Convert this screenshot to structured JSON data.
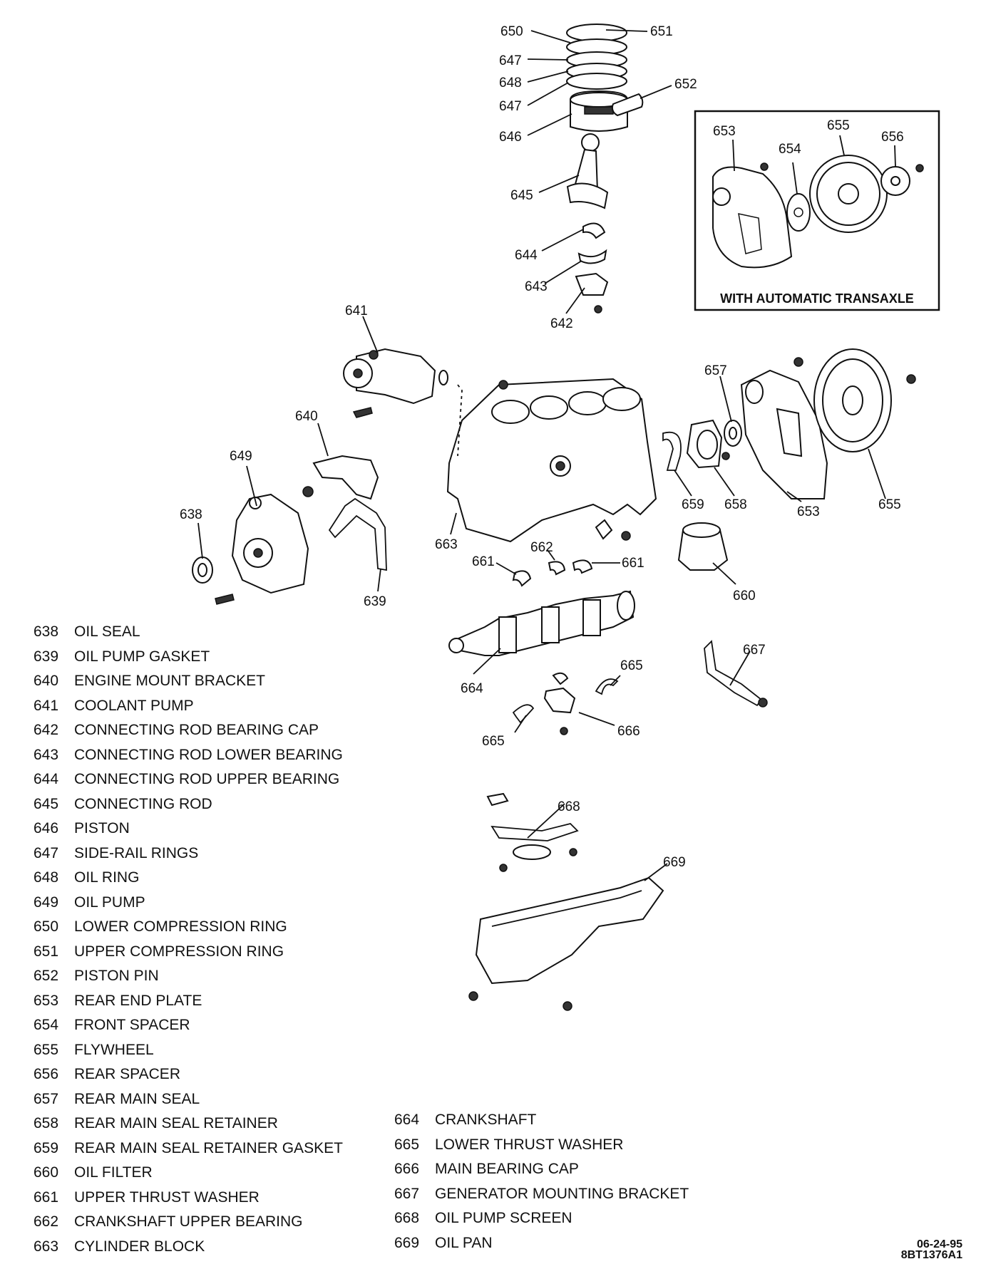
{
  "parts": [
    {
      "num": "638",
      "name": "OIL SEAL"
    },
    {
      "num": "639",
      "name": "OIL PUMP GASKET"
    },
    {
      "num": "640",
      "name": "ENGINE MOUNT BRACKET"
    },
    {
      "num": "641",
      "name": "COOLANT PUMP"
    },
    {
      "num": "642",
      "name": "CONNECTING ROD BEARING CAP"
    },
    {
      "num": "643",
      "name": "CONNECTING ROD LOWER BEARING"
    },
    {
      "num": "644",
      "name": "CONNECTING ROD UPPER BEARING"
    },
    {
      "num": "645",
      "name": "CONNECTING ROD"
    },
    {
      "num": "646",
      "name": "PISTON"
    },
    {
      "num": "647",
      "name": "SIDE-RAIL RINGS"
    },
    {
      "num": "648",
      "name": "OIL RING"
    },
    {
      "num": "649",
      "name": "OIL PUMP"
    },
    {
      "num": "650",
      "name": "LOWER COMPRESSION RING"
    },
    {
      "num": "651",
      "name": "UPPER COMPRESSION RING"
    },
    {
      "num": "652",
      "name": "PISTON PIN"
    },
    {
      "num": "653",
      "name": "REAR END PLATE"
    },
    {
      "num": "654",
      "name": "FRONT SPACER"
    },
    {
      "num": "655",
      "name": "FLYWHEEL"
    },
    {
      "num": "656",
      "name": "REAR SPACER"
    },
    {
      "num": "657",
      "name": "REAR MAIN SEAL"
    },
    {
      "num": "658",
      "name": "REAR MAIN SEAL RETAINER"
    },
    {
      "num": "659",
      "name": "REAR MAIN SEAL RETAINER GASKET"
    },
    {
      "num": "660",
      "name": "OIL FILTER"
    },
    {
      "num": "661",
      "name": "UPPER THRUST WASHER"
    },
    {
      "num": "662",
      "name": "CRANKSHAFT UPPER BEARING"
    },
    {
      "num": "663",
      "name": "CYLINDER BLOCK"
    },
    {
      "num": "664",
      "name": "CRANKSHAFT"
    },
    {
      "num": "665",
      "name": "LOWER THRUST WASHER"
    },
    {
      "num": "666",
      "name": "MAIN BEARING CAP"
    },
    {
      "num": "667",
      "name": "GENERATOR MOUNTING BRACKET"
    },
    {
      "num": "668",
      "name": "OIL PUMP SCREEN"
    },
    {
      "num": "669",
      "name": "OIL PAN"
    }
  ],
  "inset_caption": "WITH AUTOMATIC TRANSAXLE",
  "stamp": {
    "date": "06-24-95",
    "code": "8BT1376A1"
  }
}
